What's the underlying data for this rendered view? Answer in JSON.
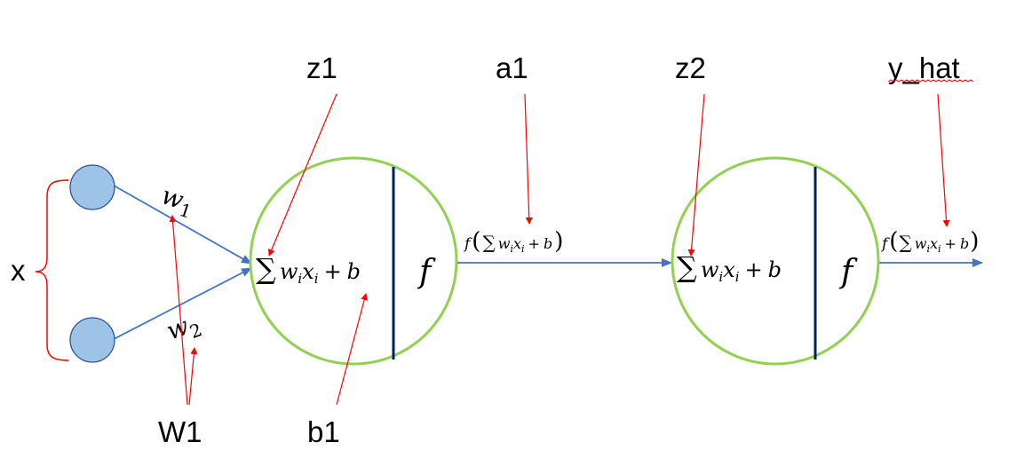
{
  "labels": {
    "x": "x",
    "z1": "z1",
    "a1": "a1",
    "z2": "z2",
    "y_hat": "y_hat",
    "W1": "W1",
    "b1": "b1"
  },
  "weights": {
    "w1_base": "w",
    "w1_sub": "1",
    "w2_base": "w",
    "w2_sub": "2"
  },
  "math": {
    "sum_symbol": "∑",
    "w": "w",
    "sub_i": "i",
    "x": "x",
    "plus": "+",
    "b": "b",
    "f": "f",
    "lparen": "(",
    "rparen": ")"
  },
  "colors": {
    "input_node_fill": "#9dc3e6",
    "input_node_stroke": "#2f5597",
    "neuron_stroke": "#92d050",
    "divider": "#002060",
    "connection": "#4472c4",
    "annotation": "#ff0000",
    "brace": "#ff0000"
  }
}
